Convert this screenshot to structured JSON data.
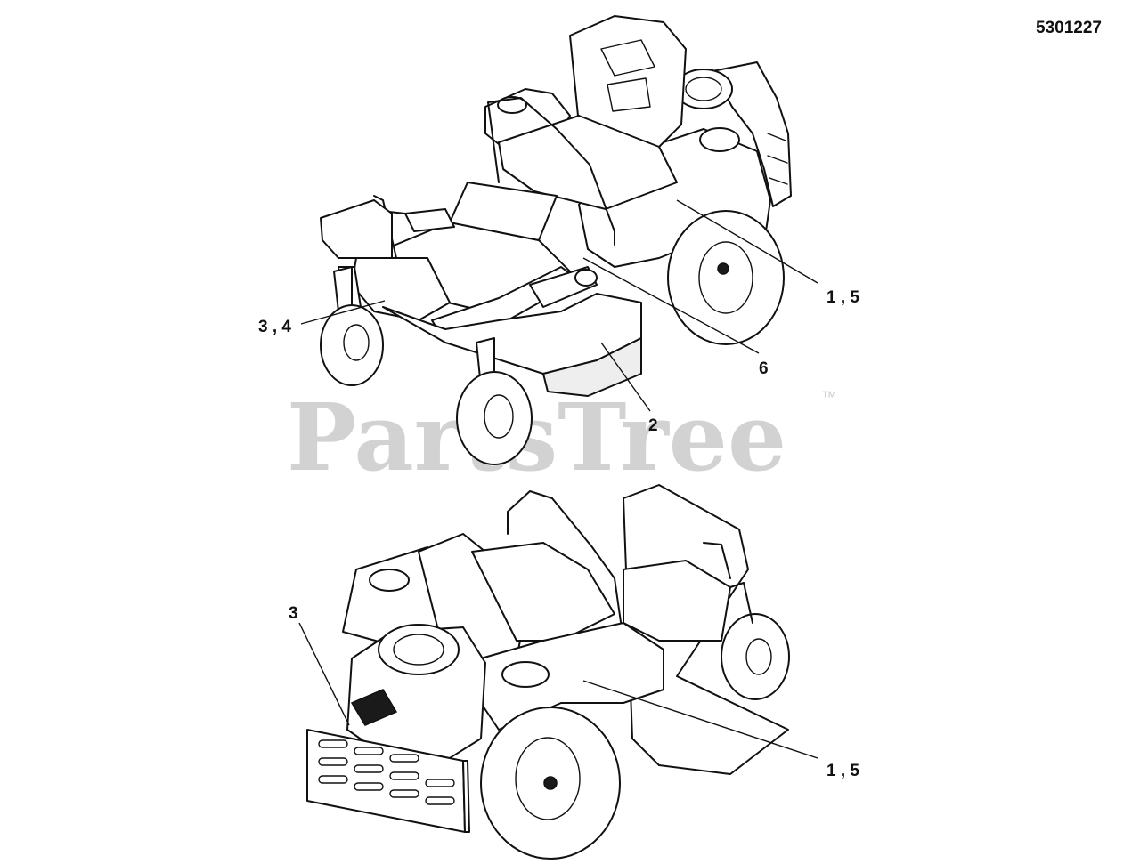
{
  "part_number": "5301227",
  "watermark": "PartsTree",
  "trademark": "™",
  "callouts": {
    "top_right": "1 , 5",
    "top_left": "3 , 4",
    "top_six": "6",
    "top_two": "2",
    "bottom_three": "3",
    "bottom_right": "1 , 5"
  },
  "colors": {
    "line": "#111111",
    "watermark": "#d2d2d2",
    "background": "#ffffff"
  }
}
